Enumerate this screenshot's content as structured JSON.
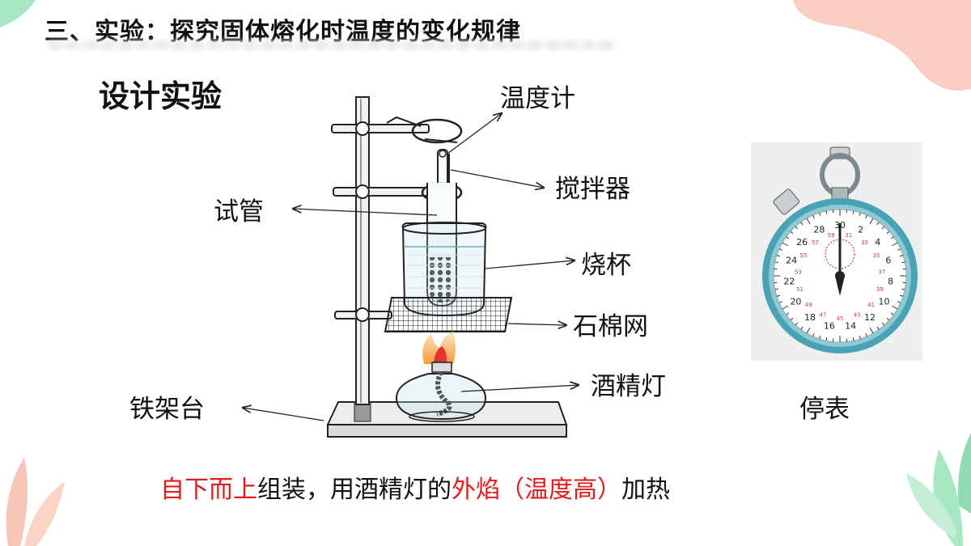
{
  "slide": {
    "title": "三、实验：探究固体熔化时温度的变化规律",
    "subtitle": "设计实验"
  },
  "labels": {
    "thermometer": "温度计",
    "stirrer": "搅拌器",
    "test_tube": "试管",
    "beaker": "烧杯",
    "asbestos_net": "石棉网",
    "alcohol_lamp": "酒精灯",
    "iron_stand": "铁架台",
    "stopwatch": "停表"
  },
  "bottom_text": {
    "part1": "自下而上",
    "part2": "组装，用酒精灯的",
    "part3": "外焰（温度高）",
    "part4": "加热"
  },
  "stopwatch_dial": {
    "outer_numbers": [
      "30",
      "2",
      "4",
      "6",
      "8",
      "10",
      "12",
      "14",
      "16",
      "18",
      "20",
      "22",
      "24",
      "26",
      "28"
    ],
    "outer_small": [
      "31",
      "33",
      "35",
      "37",
      "39",
      "41",
      "43",
      "45",
      "47",
      "49",
      "51",
      "53",
      "55",
      "57",
      "59"
    ]
  },
  "colors": {
    "emphasis_red": "#e31b1b",
    "thermometer_red": "#c0283c",
    "flame_orange": "#f39b3a",
    "decor_pink": "#f6b8a8",
    "decor_green": "#a8e6c4",
    "watch_teal": "#4aa3b5"
  }
}
